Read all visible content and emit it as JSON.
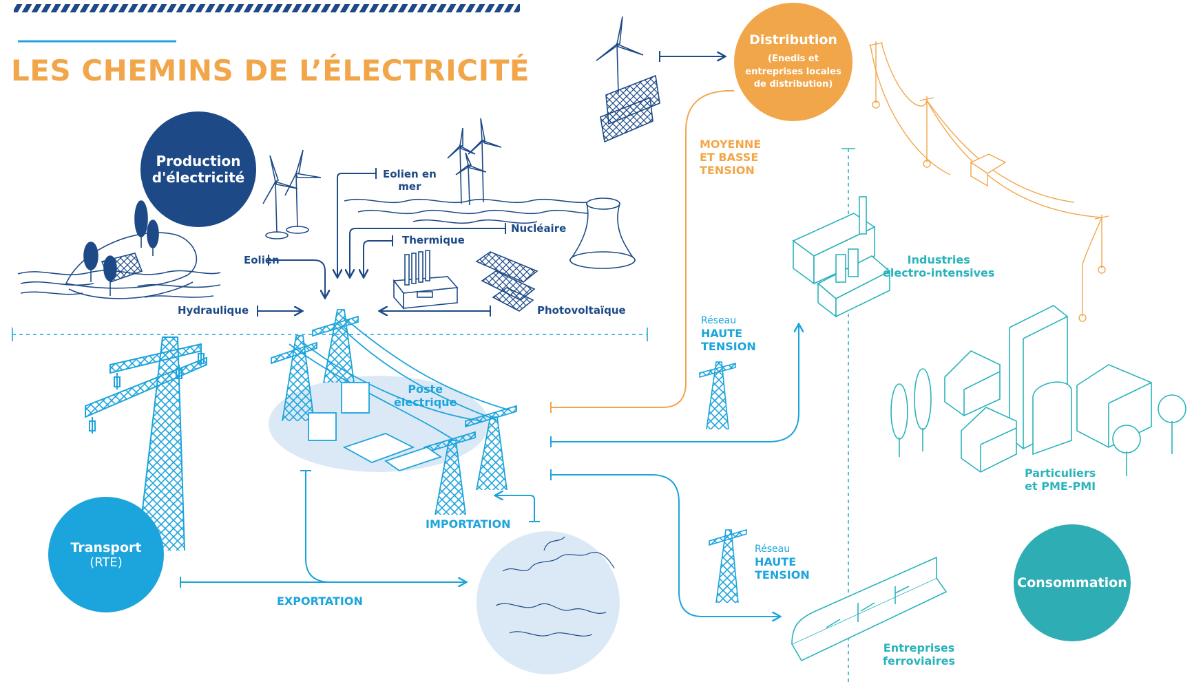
{
  "title": "LES CHEMINS DE L’ÉLECTRICITÉ",
  "colors": {
    "navy": "#1d4a87",
    "cyan": "#1ca4dc",
    "orange": "#f2a64a",
    "teal": "#2eaeb4",
    "light_blue": "#dbe9f6"
  },
  "circles": {
    "production": {
      "line1": "Production",
      "line2": "d'électricité"
    },
    "transport": {
      "line1": "Transport",
      "line2": "(RTE)"
    },
    "distribution": {
      "title": "Distribution",
      "sub1": "(Enedis et",
      "sub2": "entreprises locales",
      "sub3": "de distribution)"
    },
    "consommation": {
      "label": "Consommation"
    }
  },
  "production_sources": {
    "eolien_en_mer_1": "Eolien en",
    "eolien_en_mer_2": "mer",
    "nucleaire": "Nucléaire",
    "thermique": "Thermique",
    "eolien": "Eolien",
    "hydraulique": "Hydraulique",
    "photovoltaique": "Photovoltaïque"
  },
  "poste": {
    "line1": "Poste",
    "line2": "électrique"
  },
  "flows": {
    "importation": "IMPORTATION",
    "exportation": "EXPORTATION",
    "mbt_1": "MOYENNE",
    "mbt_2": "ET BASSE",
    "mbt_3": "TENSION",
    "reseau_1": {
      "small": "Réseau",
      "big1": "HAUTE",
      "big2": "TENSION"
    },
    "reseau_2": {
      "small": "Réseau",
      "big1": "HAUTE",
      "big2": "TENSION"
    }
  },
  "consumers": {
    "industries_1": "Industries",
    "industries_2": "électro-intensives",
    "particuliers_1": "Particuliers",
    "particuliers_2": "et PME-PMI",
    "ferroviaires_1": "Entreprises",
    "ferroviaires_2": "ferroviaires"
  },
  "icons": [
    "wind-turbine-icon",
    "solar-panel-icon",
    "pylon-icon",
    "dam-icon",
    "cooling-tower-icon",
    "factory-icon",
    "europe-map-icon",
    "train-icon",
    "houses-icon",
    "power-line-icon"
  ]
}
